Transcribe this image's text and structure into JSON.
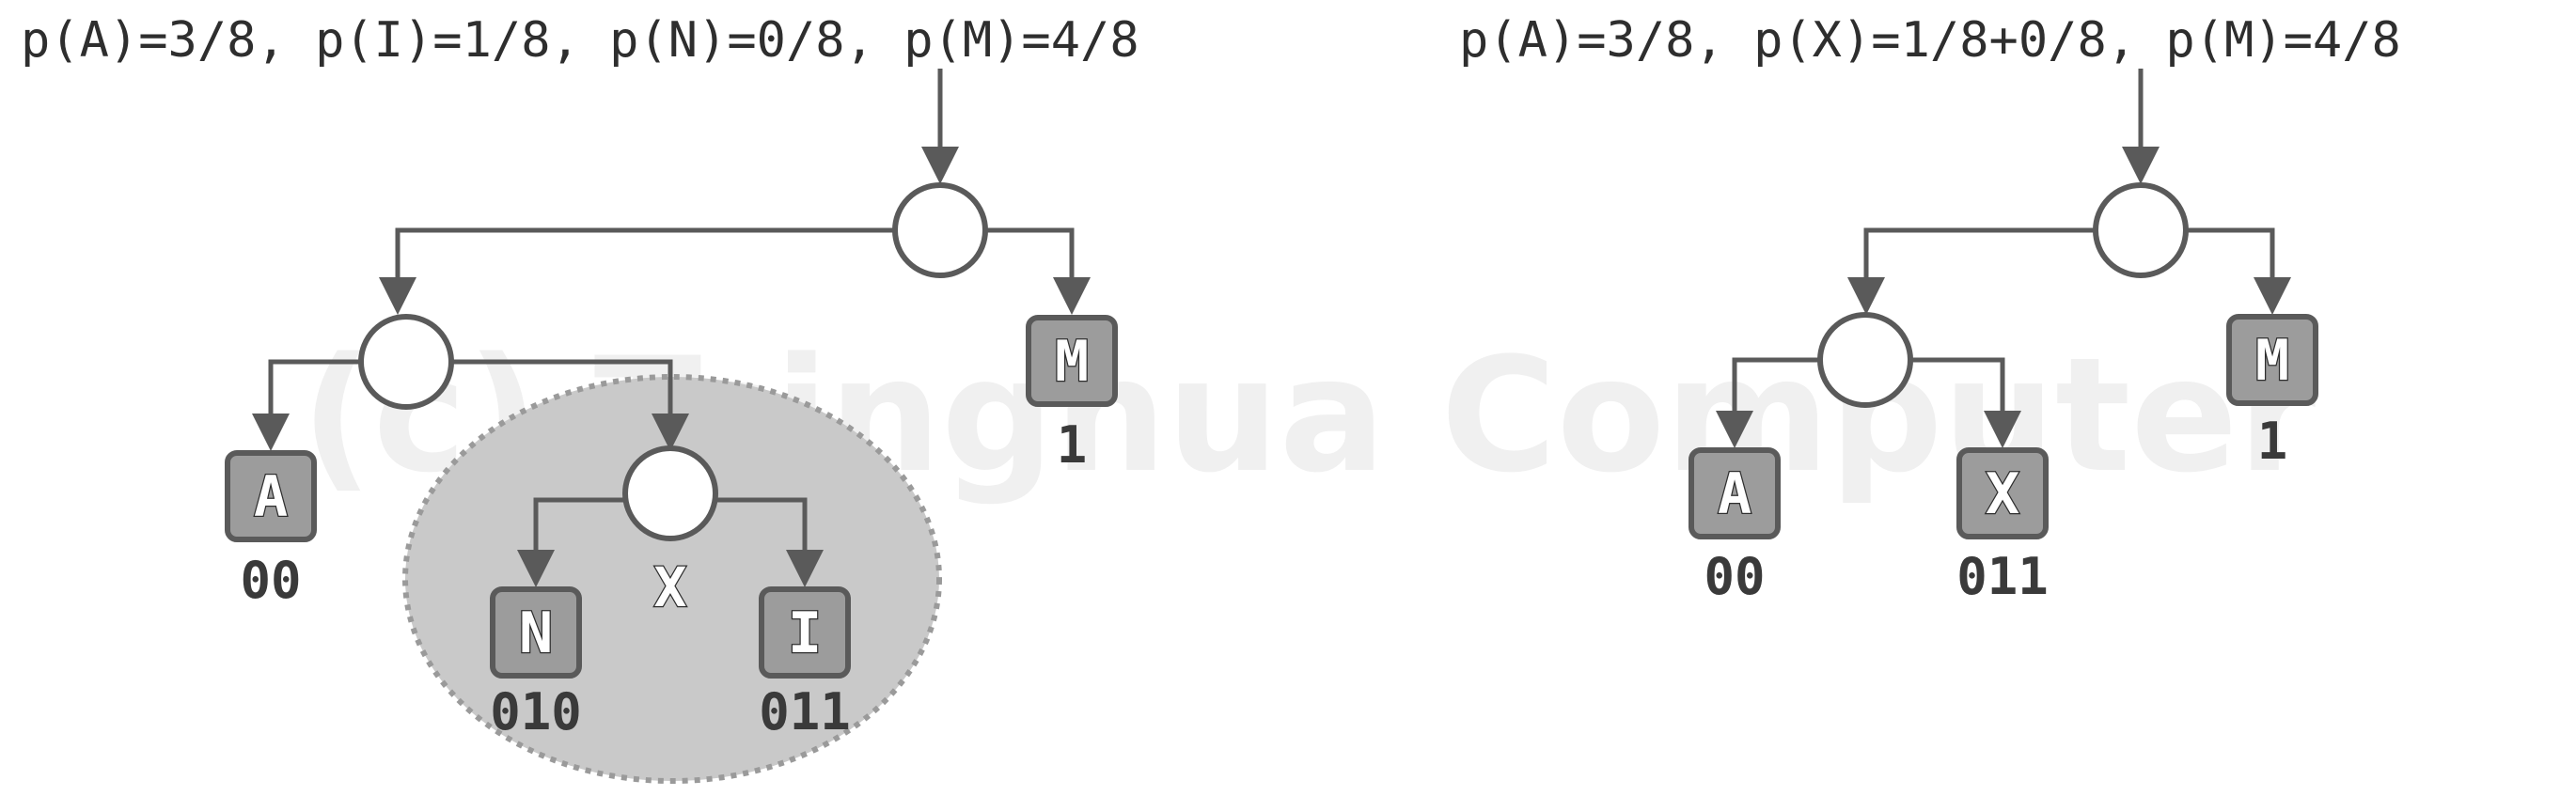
{
  "watermark": "(c) Tsinghua Computer",
  "left_tree": {
    "probabilities": "p(A)=3/8, p(I)=1/8, p(N)=0/8, p(M)=4/8",
    "leaves": {
      "M": {
        "symbol": "M",
        "code": "1"
      },
      "A": {
        "symbol": "A",
        "code": "00"
      },
      "N": {
        "symbol": "N",
        "code": "010"
      },
      "I": {
        "symbol": "I",
        "code": "011"
      }
    },
    "merged_label": "X"
  },
  "right_tree": {
    "probabilities": "p(A)=3/8, p(X)=1/8+0/8, p(M)=4/8",
    "leaves": {
      "M": {
        "symbol": "M",
        "code": "1"
      },
      "A": {
        "symbol": "A",
        "code": "00"
      },
      "X": {
        "symbol": "X",
        "code": "011"
      }
    }
  }
}
